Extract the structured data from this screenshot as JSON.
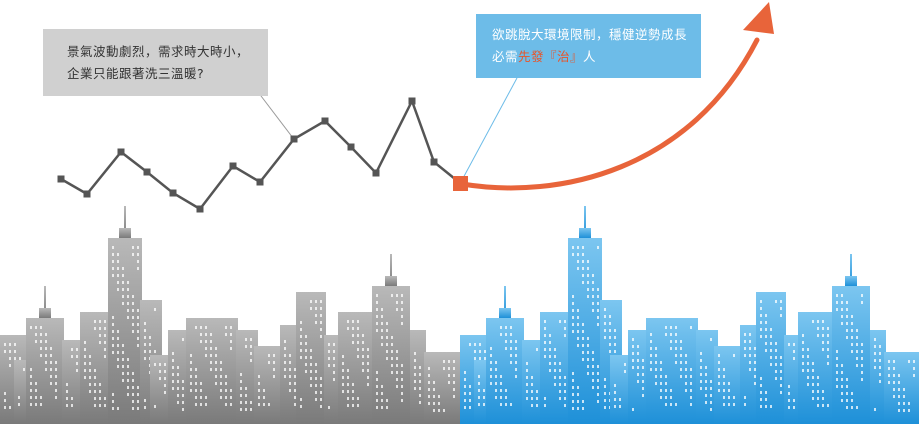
{
  "callouts": {
    "gray": {
      "line1": "景氣波動劇烈，需求時大時小，",
      "line2": "企業只能跟著洗三溫暖?"
    },
    "blue": {
      "line1": "欲跳脫大環境限制，穩健逆勢成長",
      "line2_before": "必需",
      "line2_highlight": "先發『治』",
      "line2_after": "人"
    }
  },
  "colors": {
    "gray_city": "#8f8f8f",
    "blue_city": "#4aa8e0",
    "trend_line": "#555555",
    "growth_arrow": "#e8643a",
    "highlight_text": "#e8552a"
  }
}
